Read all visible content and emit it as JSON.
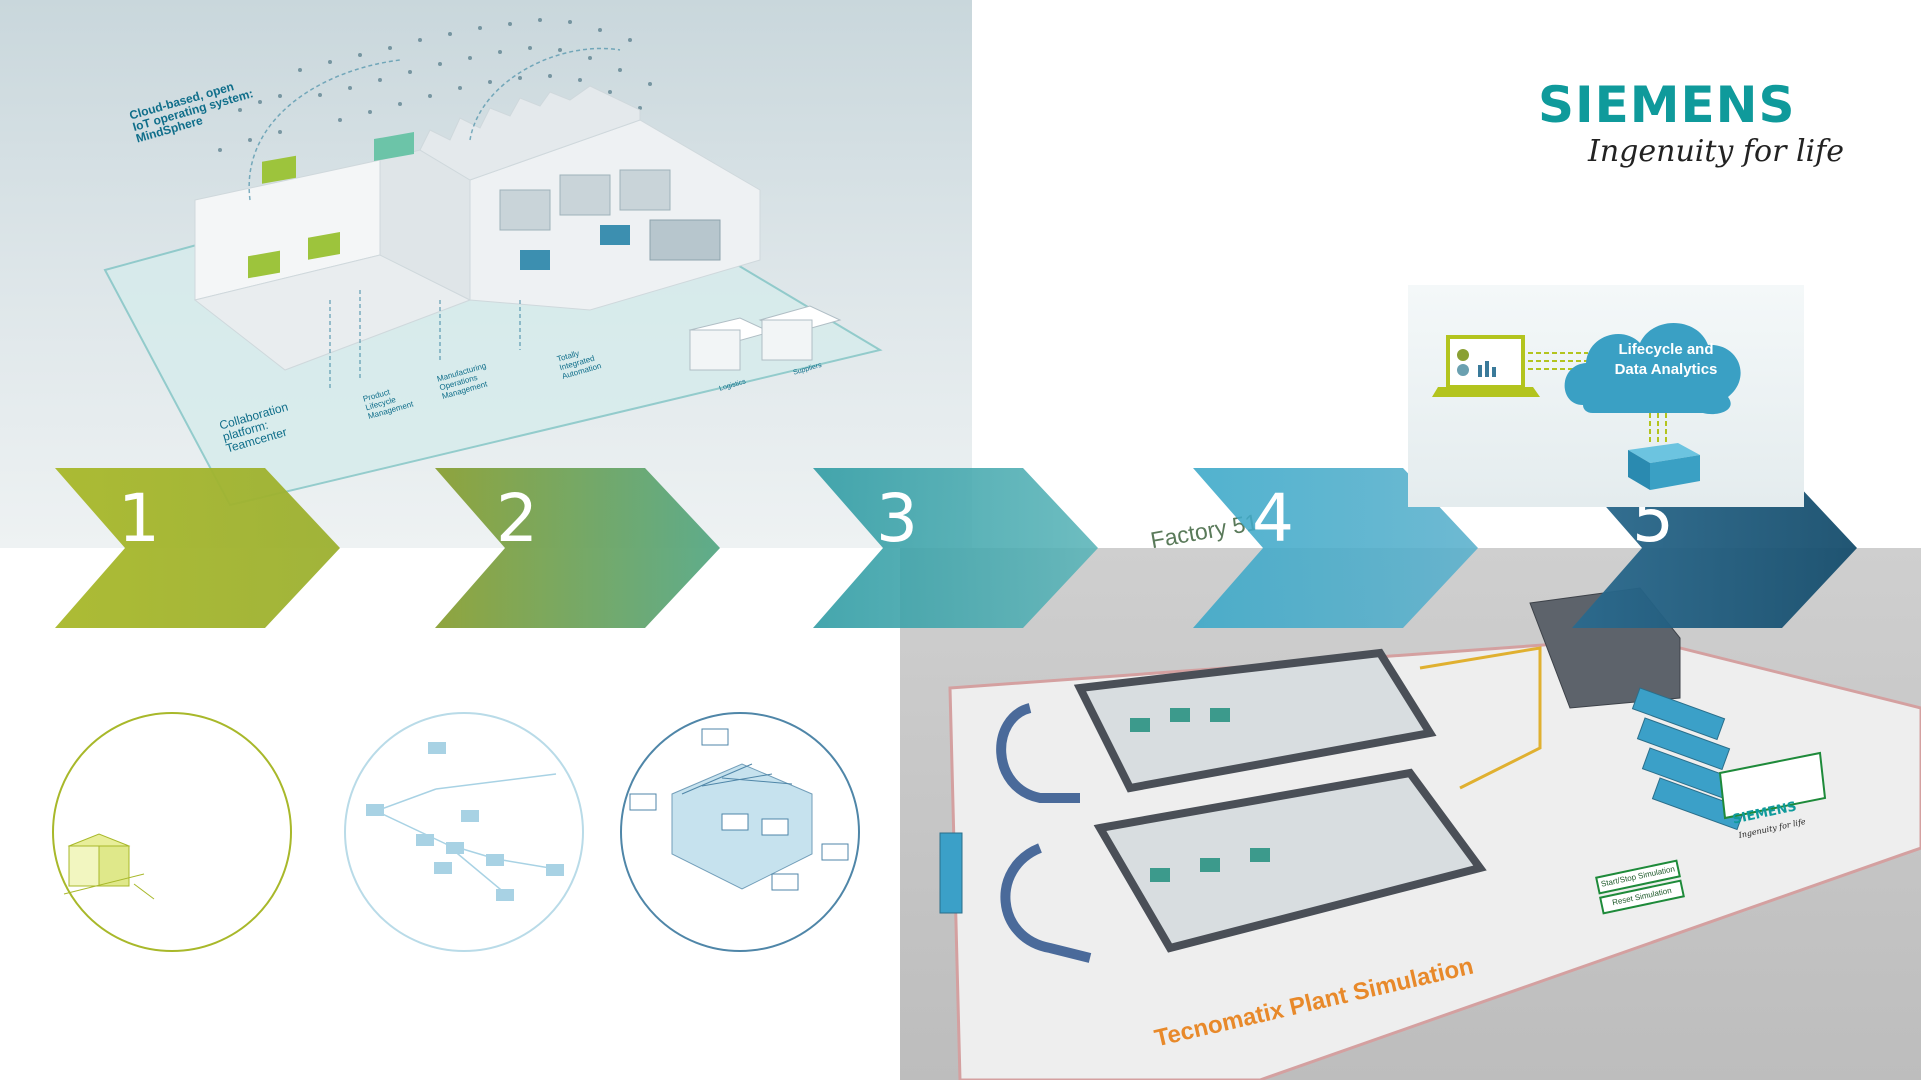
{
  "brand": {
    "name": "SIEMENS",
    "tagline": "Ingenuity for life",
    "color": "#0f9a9b"
  },
  "iso_illustration": {
    "cloud_caption": [
      "Cloud-based, open",
      "IoT operating system:",
      "MindSphere"
    ],
    "collab_caption": [
      "Collaboration",
      "platform:",
      "Teamcenter"
    ],
    "plm_caption": [
      "Product",
      "Lifecycle",
      "Management"
    ],
    "mom_caption": [
      "Manufacturing",
      "Operations",
      "Management"
    ],
    "tia_caption": [
      "Totally",
      "Integrated",
      "Automation"
    ],
    "logistics_caption": "Logistics",
    "suppliers_caption": "Suppliers"
  },
  "steps": [
    {
      "number": "1",
      "color_start": "#a8b82a",
      "color_end": "#9cb030"
    },
    {
      "number": "2",
      "color_start": "#8aa034",
      "color_end": "#56a886"
    },
    {
      "number": "3",
      "color_start": "#2c9aa2",
      "color_end": "#5ab4b8"
    },
    {
      "number": "4",
      "color_start": "#3aa8c8",
      "color_end": "#5ab0cc"
    },
    {
      "number": "5",
      "color_start": "#2a6a8e",
      "color_end": "#164d6c"
    }
  ],
  "analytics_panel": {
    "title_line1": "Lifecycle and",
    "title_line2": "Data Analytics"
  },
  "plant_simulation": {
    "title": "Tecnomatix Plant Simulation",
    "factory_label": "Factory 51",
    "start_stop": "Start/Stop Simulation",
    "reset": "Reset Simulation",
    "brand_name": "SIEMENS",
    "brand_tagline": "Ingenuity for life"
  }
}
